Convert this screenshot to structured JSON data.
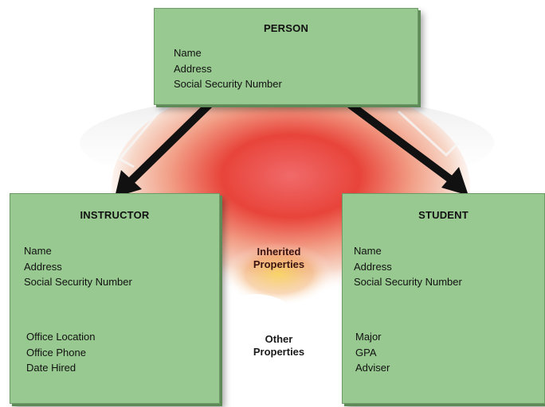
{
  "colors": {
    "box_fill": "#98c990",
    "box_border": "#6e9a68",
    "arrow": "#111111",
    "glow": "#e8443a"
  },
  "person": {
    "title": "PERSON",
    "properties": [
      "Name",
      "Address",
      "Social Security Number"
    ]
  },
  "instructor": {
    "title": "INSTRUCTOR",
    "inherited_properties": [
      "Name",
      "Address",
      "Social Security Number"
    ],
    "own_properties": [
      "Office Location",
      "Office Phone",
      "Date Hired"
    ]
  },
  "student": {
    "title": "STUDENT",
    "inherited_properties": [
      "Name",
      "Address",
      "Social Security Number"
    ],
    "own_properties": [
      "Major",
      "GPA",
      "Adviser"
    ]
  },
  "labels": {
    "inherited_line1": "Inherited",
    "inherited_line2": "Properties",
    "other_line1": "Other",
    "other_line2": "Properties"
  },
  "arrow_icons": [
    "arrow-down-left-icon",
    "arrow-down-right-icon"
  ]
}
